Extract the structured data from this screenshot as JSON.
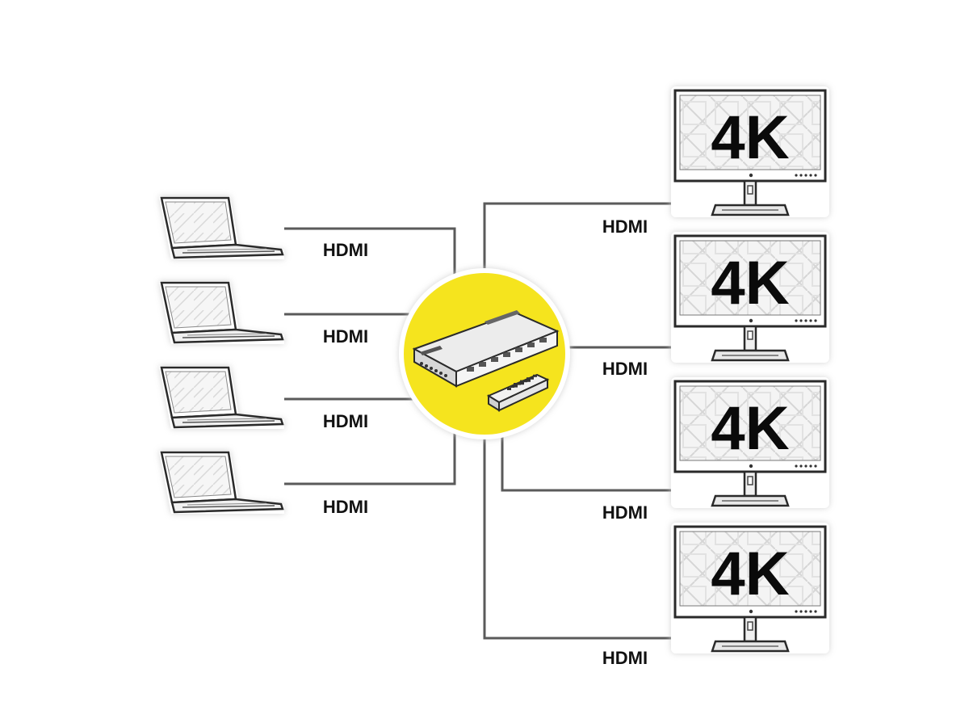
{
  "colors": {
    "line": "#5a5a5a",
    "hub_circle": "#f5e41e",
    "outline": "#2a2a2a",
    "label": "#111111"
  },
  "sources": [
    {
      "icon": "laptop-icon",
      "cable_label": "HDMI"
    },
    {
      "icon": "laptop-icon",
      "cable_label": "HDMI"
    },
    {
      "icon": "laptop-icon",
      "cable_label": "HDMI"
    },
    {
      "icon": "laptop-icon",
      "cable_label": "HDMI"
    }
  ],
  "hub": {
    "icon": "hdmi-matrix-switch-icon",
    "remote_icon": "remote-control-icon"
  },
  "outputs": [
    {
      "icon": "monitor-icon",
      "screen_text": "4K",
      "cable_label": "HDMI"
    },
    {
      "icon": "monitor-icon",
      "screen_text": "4K",
      "cable_label": "HDMI"
    },
    {
      "icon": "monitor-icon",
      "screen_text": "4K",
      "cable_label": "HDMI"
    },
    {
      "icon": "monitor-icon",
      "screen_text": "4K",
      "cable_label": "HDMI"
    }
  ]
}
